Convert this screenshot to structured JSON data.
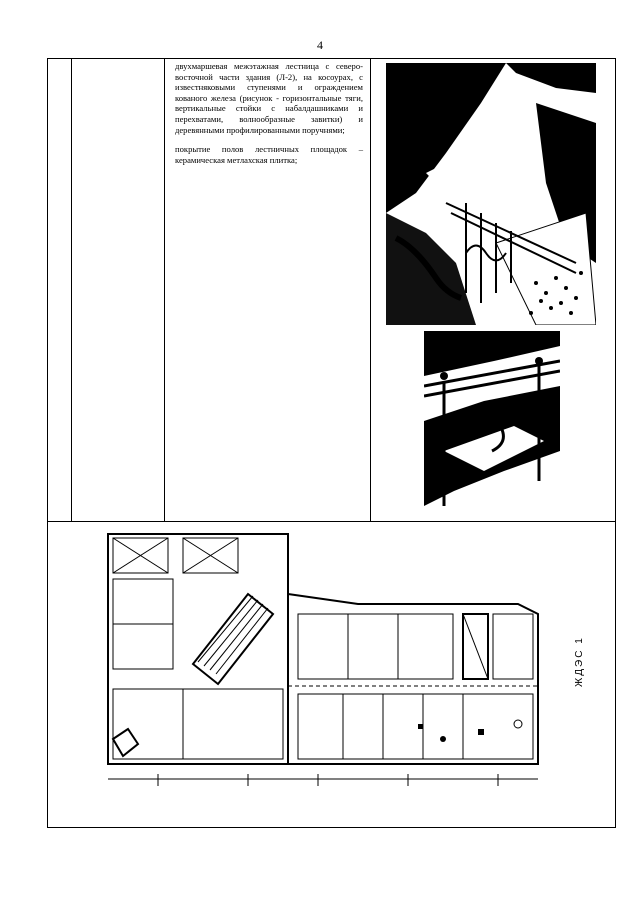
{
  "page": {
    "number": "4"
  },
  "description": {
    "paragraph1": "двухмаршевая межэтажная лестница с северо-восточной части здания (Л-2), на косоурах, с известняковыми ступенями и ограждением кованого железа (рисунок - горизонтальные тяги, вертикальные стойки с набалдашниками и перехватами, волнообразные завитки) и деревянными профилированными поручнями;",
    "paragraph2": "покрытие полов лестничных площадок – керамическая метлахская плитка;"
  },
  "plan": {
    "label": "ЖДЭС 1"
  }
}
